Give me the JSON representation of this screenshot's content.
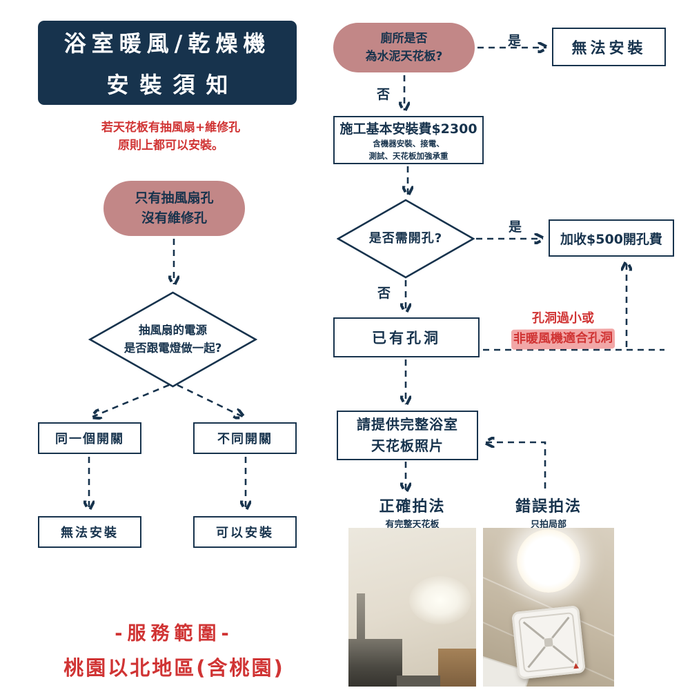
{
  "colors": {
    "navy": "#17334d",
    "pink_node": "#c28787",
    "red_text": "#d03434",
    "highlight": "#ee8a8a",
    "background": "#ffffff"
  },
  "title": {
    "line1": "浴室暖風/乾燥機",
    "line2": "安裝須知"
  },
  "note": {
    "line1": "若天花板有抽風扇+維修孔",
    "line2": "原則上都可以安裝。"
  },
  "left_flow": {
    "start_line1": "只有抽風扇孔",
    "start_line2": "沒有維修孔",
    "decision_line1": "抽風扇的電源",
    "decision_line2": "是否跟電燈做一起?",
    "same_switch": "同一個開關",
    "different_switch": "不同開關",
    "cannot_install": "無法安裝",
    "can_install": "可以安裝"
  },
  "right_flow": {
    "start_line1": "廁所是否",
    "start_line2": "為水泥天花板?",
    "label_yes": "是",
    "label_no": "否",
    "cannot_install": "無法安裝",
    "fee_title": "施工基本安裝費$2300",
    "fee_sub1": "含機器安裝、接電、",
    "fee_sub2": "測試、天花板加強承重",
    "decision_drill": "是否需開孔?",
    "drill_fee": "加收$500開孔費",
    "has_hole": "已有孔洞",
    "hole_note_line1": "孔洞過小或",
    "hole_note_line2": "非暖風機適合孔洞",
    "photo_line1": "請提供完整浴室",
    "photo_line2": "天花板照片",
    "correct_title": "正確拍法",
    "correct_sub": "有完整天花板",
    "wrong_title": "錯誤拍法",
    "wrong_sub": "只拍局部"
  },
  "footer": {
    "line1": "-服務範圍-",
    "line2": "桃園以北地區(含桃園)"
  }
}
